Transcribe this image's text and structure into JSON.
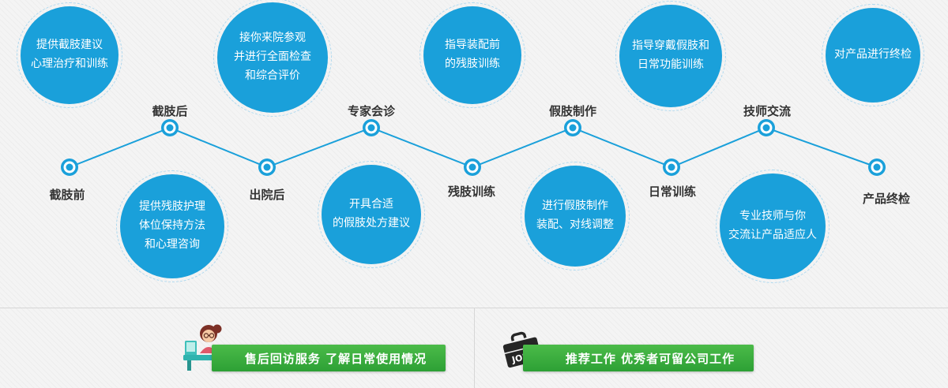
{
  "colors": {
    "circle_blue": "#1aa0da",
    "line_blue": "#1aa0da",
    "label_dark": "#333333",
    "banner_green_top": "#4bbb49",
    "banner_green_bottom": "#2da035"
  },
  "top_circles": [
    {
      "text": "提供截肢建议\n心理治疗和训练"
    },
    {
      "text": "接你来院参观\n并进行全面检查\n和综合评价"
    },
    {
      "text": "指导装配前\n的残肢训练"
    },
    {
      "text": "指导穿戴假肢和\n日常功能训练"
    },
    {
      "text": "对产品进行终检"
    }
  ],
  "bottom_circles": [
    {
      "text": "提供残肢护理\n体位保持方法\n和心理咨询"
    },
    {
      "text": "开具合适\n的假肢处方建议"
    },
    {
      "text": "进行假肢制作\n装配、对线调整"
    },
    {
      "text": "专业技师与你\n交流让产品适应人"
    }
  ],
  "timeline_nodes": [
    {
      "label": "截肢前",
      "position": "bottom"
    },
    {
      "label": "截肢后",
      "position": "top"
    },
    {
      "label": "出院后",
      "position": "bottom"
    },
    {
      "label": "专家会诊",
      "position": "top"
    },
    {
      "label": "残肢训练",
      "position": "bottom"
    },
    {
      "label": "假肢制作",
      "position": "top"
    },
    {
      "label": "日常训练",
      "position": "bottom"
    },
    {
      "label": "技师交流",
      "position": "top"
    },
    {
      "label": "产品终检",
      "position": "bottom"
    }
  ],
  "banners": [
    {
      "label": "售后回访服务 了解日常使用情况",
      "icon": "customer-service-person-icon"
    },
    {
      "label": "推荐工作 优秀者可留公司工作",
      "icon": "jobs-briefcase-icon",
      "icon_text": "JOBS"
    }
  ]
}
